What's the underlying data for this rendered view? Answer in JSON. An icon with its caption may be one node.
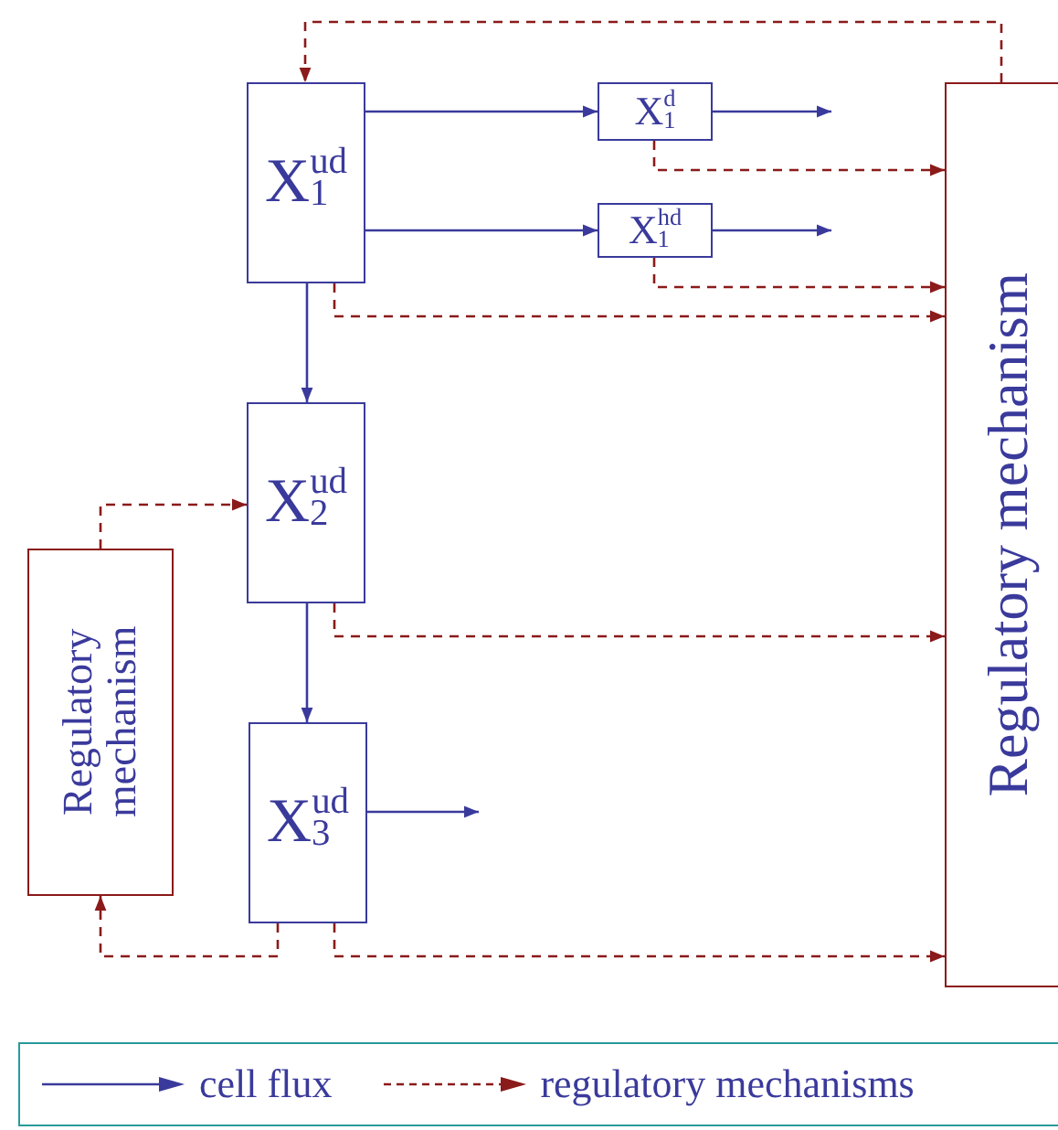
{
  "diagram": {
    "nodes": [
      {
        "text": [
          "X$^{ud}$$_{1}$"
        ]
      },
      {
        "text": [
          "X$^{d}$$_{1}$"
        ]
      },
      {
        "text": [
          "X$^{hd}$$_{1}$"
        ]
      },
      {
        "text": [
          "Regulatory mechanism"
        ]
      },
      {
        "text": [
          "X$^{ud}$$_{2}$"
        ]
      },
      {
        "text": [
          "Regulatory mechanism"
        ]
      },
      {
        "text": [
          "X$^{ud}$$_{3}$"
        ]
      }
    ],
    "edges": [
      {
        "from": 0,
        "to": 1,
        "arrow": "to",
        "color": "#3a3a9c"
      },
      {
        "from": 0,
        "to": 2,
        "arrow": "to",
        "color": "#3a3a9c"
      },
      {
        "from": 1,
        "to": null,
        "arrow": "to",
        "color": "#3a3a9c"
      },
      {
        "from": 2,
        "to": null,
        "arrow": "to",
        "color": "#3a3a9c"
      },
      {
        "from": 0,
        "to": 4,
        "arrow": "to",
        "color": "#3a3a9c"
      },
      {
        "from": 4,
        "to": 6,
        "arrow": "to",
        "color": "#3a3a9c"
      },
      {
        "from": 6,
        "to": null,
        "arrow": "to",
        "color": "#3a3a9c"
      },
      {
        "from": 3,
        "to": 0,
        "arrow": "to",
        "style": "dashed",
        "color": "#8b1a1a"
      },
      {
        "from": 1,
        "to": 3,
        "arrow": "to",
        "style": "dashed",
        "color": "#8b1a1a"
      },
      {
        "from": 2,
        "to": 3,
        "arrow": "to",
        "style": "dashed",
        "color": "#8b1a1a"
      },
      {
        "from": 0,
        "to": 3,
        "arrow": "to",
        "style": "dashed",
        "color": "#8b1a1a"
      },
      {
        "from": 4,
        "to": 3,
        "arrow": "to",
        "style": "dashed",
        "color": "#8b1a1a"
      },
      {
        "from": 5,
        "to": 4,
        "arrow": "to",
        "style": "dashed",
        "color": "#8b1a1a"
      },
      {
        "from": 6,
        "to": 5,
        "arrow": "to",
        "style": "dashed",
        "color": "#8b1a1a"
      },
      {
        "from": 6,
        "to": 3,
        "arrow": "to",
        "style": "dashed",
        "color": "#8b1a1a"
      }
    ],
    "legend": [
      {
        "text": "cell flux"
      },
      {
        "text": "regulatory mechanisms"
      }
    ]
  }
}
